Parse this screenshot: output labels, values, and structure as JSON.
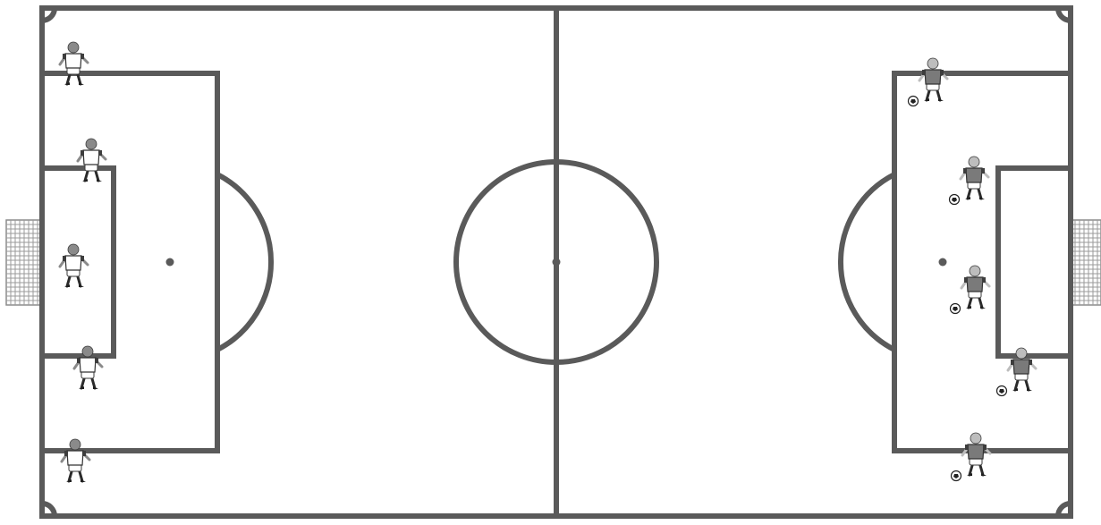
{
  "diagram": {
    "type": "soccer-field",
    "line_color": "#5a5a5a",
    "background_color": "#ffffff",
    "net_color": "#8c8c8c",
    "teams": [
      {
        "side": "left",
        "player_count": 5,
        "shirt_color": "#ffffff",
        "skin_color": "#8a8a8a",
        "has_balls": false
      },
      {
        "side": "right",
        "player_count": 5,
        "shirt_color": "#7a7a7a",
        "skin_color": "#bdbdbd",
        "has_balls": true
      }
    ],
    "elements": [
      "field-outline",
      "halfway-line",
      "center-circle",
      "center-spot",
      "penalty-areas",
      "goal-areas",
      "penalty-arcs",
      "penalty-spots",
      "corner-arcs",
      "goals"
    ]
  }
}
